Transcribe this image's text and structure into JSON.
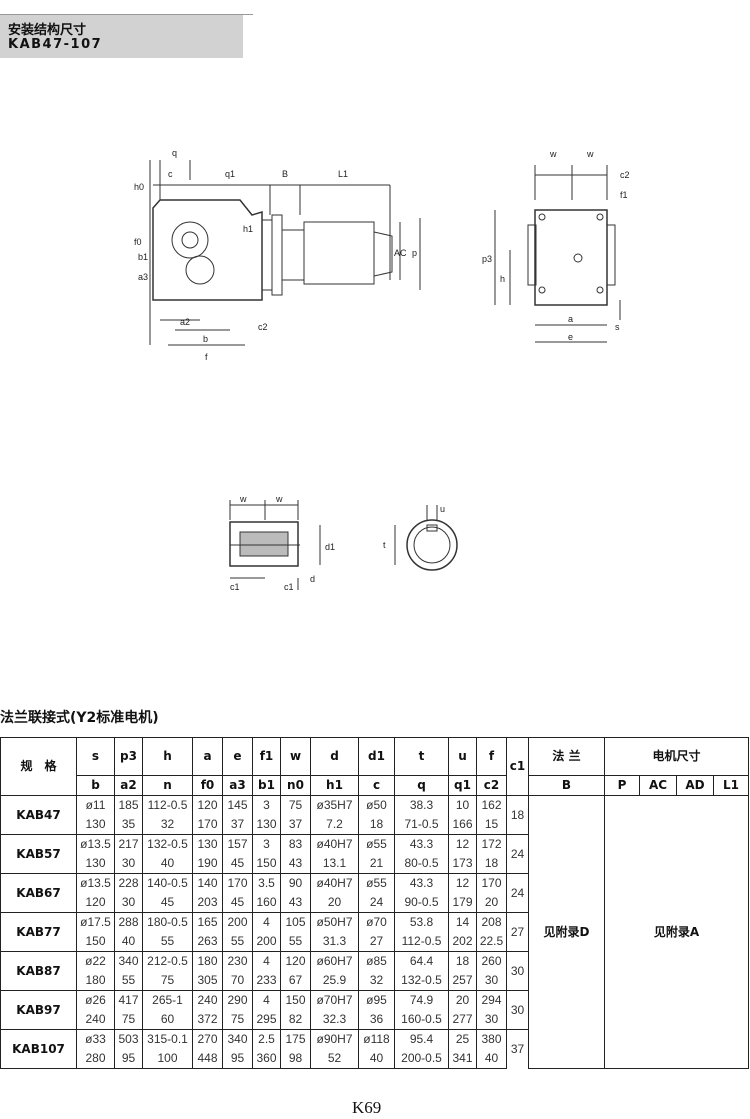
{
  "header": {
    "title": "安装结构尺寸",
    "model": "KAB47-107"
  },
  "drawing_labels": {
    "main": [
      "q",
      "c",
      "q1",
      "B",
      "L1",
      "h0",
      "f0",
      "b1",
      "a3",
      "h1",
      "AC",
      "p",
      "a2",
      "b",
      "c2",
      "f"
    ],
    "side": [
      "w",
      "w",
      "c2",
      "f1",
      "p3",
      "h",
      "s",
      "a",
      "e"
    ],
    "shaft": [
      "w",
      "w",
      "d1",
      "c1",
      "c1",
      "d"
    ],
    "key": [
      "u",
      "t"
    ]
  },
  "table_title": "法兰联接式(Y2标准电机)",
  "table": {
    "spec_label": "规　格",
    "top_headers": [
      "s",
      "p3",
      "h",
      "a",
      "e",
      "f1",
      "w",
      "d",
      "d1",
      "t",
      "u",
      "f",
      "c1"
    ],
    "bottom_headers": [
      "b",
      "a2",
      "n",
      "f0",
      "a3",
      "b1",
      "n0",
      "h1",
      "c",
      "q",
      "q1",
      "c2"
    ],
    "flange_label": "法 兰",
    "flange_sub": "B",
    "motor_label": "电机尺寸",
    "motor_sub": [
      "P",
      "AC",
      "AD",
      "L1"
    ],
    "flange_value": "见附录D",
    "motor_value": "见附录A",
    "rows": [
      {
        "model": "KAB47",
        "top": [
          "ø11",
          "185",
          "112-0.5",
          "120",
          "145",
          "3",
          "75",
          "ø35H7",
          "ø50",
          "38.3",
          "10",
          "162",
          "18"
        ],
        "bottom": [
          "130",
          "35",
          "32",
          "170",
          "37",
          "130",
          "37",
          "7.2",
          "18",
          "71-0.5",
          "166",
          "15"
        ]
      },
      {
        "model": "KAB57",
        "top": [
          "ø13.5",
          "217",
          "132-0.5",
          "130",
          "157",
          "3",
          "83",
          "ø40H7",
          "ø55",
          "43.3",
          "12",
          "172",
          "24"
        ],
        "bottom": [
          "130",
          "30",
          "40",
          "190",
          "45",
          "150",
          "43",
          "13.1",
          "21",
          "80-0.5",
          "173",
          "18"
        ]
      },
      {
        "model": "KAB67",
        "top": [
          "ø13.5",
          "228",
          "140-0.5",
          "140",
          "170",
          "3.5",
          "90",
          "ø40H7",
          "ø55",
          "43.3",
          "12",
          "170",
          "24"
        ],
        "bottom": [
          "120",
          "30",
          "45",
          "203",
          "45",
          "160",
          "43",
          "20",
          "24",
          "90-0.5",
          "179",
          "20"
        ]
      },
      {
        "model": "KAB77",
        "top": [
          "ø17.5",
          "288",
          "180-0.5",
          "165",
          "200",
          "4",
          "105",
          "ø50H7",
          "ø70",
          "53.8",
          "14",
          "208",
          "27"
        ],
        "bottom": [
          "150",
          "40",
          "55",
          "263",
          "55",
          "200",
          "55",
          "31.3",
          "27",
          "112-0.5",
          "202",
          "22.5"
        ]
      },
      {
        "model": "KAB87",
        "top": [
          "ø22",
          "340",
          "212-0.5",
          "180",
          "230",
          "4",
          "120",
          "ø60H7",
          "ø85",
          "64.4",
          "18",
          "260",
          "30"
        ],
        "bottom": [
          "180",
          "55",
          "75",
          "305",
          "70",
          "233",
          "67",
          "25.9",
          "32",
          "132-0.5",
          "257",
          "30"
        ]
      },
      {
        "model": "KAB97",
        "top": [
          "ø26",
          "417",
          "265-1",
          "240",
          "290",
          "4",
          "150",
          "ø70H7",
          "ø95",
          "74.9",
          "20",
          "294",
          "30"
        ],
        "bottom": [
          "240",
          "75",
          "60",
          "372",
          "75",
          "295",
          "82",
          "32.3",
          "36",
          "160-0.5",
          "277",
          "30"
        ]
      },
      {
        "model": "KAB107",
        "top": [
          "ø33",
          "503",
          "315-0.1",
          "270",
          "340",
          "2.5",
          "175",
          "ø90H7",
          "ø118",
          "95.4",
          "25",
          "380",
          "37"
        ],
        "bottom": [
          "280",
          "95",
          "100",
          "448",
          "95",
          "360",
          "98",
          "52",
          "40",
          "200-0.5",
          "341",
          "40"
        ]
      }
    ]
  },
  "page_number": "K69"
}
